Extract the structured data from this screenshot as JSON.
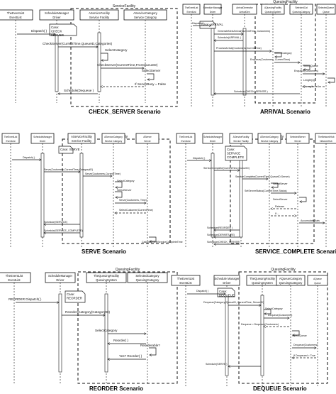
{
  "panels": [
    {
      "id": "check-server",
      "title": "CHECK_SERVER Scenario",
      "group_label": "ServiceFacility",
      "participants": [
        "TheEventList : EventList",
        "ScheduleManager : Driver",
        "AServiceFacility : Service Facility",
        "AServiceCategory : Service Category"
      ],
      "messages": [
        "Dispatch( )",
        "CheckServer(CurrentTime,QueueID,Categories)",
        "SelectCategory",
        "CheckServer(CurrentTime,FromQueueID)",
        "SelectServer",
        "If ServerBusy = False",
        "Schedule(Dequeue )"
      ],
      "notes": [
        "Case: CHECK SERVER"
      ]
    },
    {
      "id": "arrival",
      "title": "ARRIVAL Scenario",
      "group_label": "QueuingFacility",
      "participants": [
        "TheEventList : EventList",
        "Schedule Manager : Driver",
        "ArrivalGenerator : ArrivalGen",
        "AQueuingFacility : QueuingSystem",
        "SelectedCat : QueuingCategory",
        "SelectedQueue : Queue"
      ],
      "messages": [
        "Dispatch( )",
        "GenerateNextArrival(CurrentTime, Customers)",
        "Schedule(ARRIVAL )",
        "ProcessArrival(Customers,CurrentTime)",
        "SelectCategory",
        "Enqueue(Customers, CurrentTime)",
        "SelectQueue",
        "Enqueue(Customers)",
        "Length(Q)",
        "If Length >= 1",
        "Schedule(CHECK_SERVER )"
      ],
      "notes": [
        "Case: ARRIVAL"
      ]
    },
    {
      "id": "serve",
      "title": "SERVE Scenario",
      "group_label": "ServiceFacility",
      "participants": [
        "TheEventList : EventList",
        "ScheduleManager : Driver",
        "AServiceFacility : Service Facility",
        "AServiceCategory : Service Category",
        "AServer : Server"
      ],
      "messages": [
        "Dispatch( )",
        "Serve(Customers,CurrentTime,CategoryID)",
        "Serve(Customers,CurrentTime)",
        "SelectCategory",
        "SelectServer",
        "Serve(Customers, Time)",
        "SelectCustomer(CurrentTime)",
        "Schedule(SERVICE)",
        "Schedule(SERVICE_COMPLETE)",
        "CalculateNextServiceCompleteTime"
      ],
      "notes": [
        "Case: SERVE"
      ]
    },
    {
      "id": "service-complete",
      "title": "SERVICE_COMPLETE Scenario",
      "group_label": "ServiceFacility",
      "participants": [
        "TheEventList : EventList",
        "ScheduleManager : Driver",
        "AServiceFacility : Service Facility",
        "AServiceCategory : Service Category",
        "SelectedServer : Server",
        "TheNetworkHub : NetworkHub"
      ],
      "messages": [
        "Dispatch( )",
        "ServiceComplete(CurrentTime,QueueID)",
        "ServiceComplete(CurrentTime,QueueID,Server)",
        "SelectServer",
        "SetServerStatus(CurrentTime,Status)",
        "SelectServer",
        "Release",
        "If ...",
        "AccumulateStats",
        "Schedule(REORDER )",
        "Schedule(DEPARTURE)",
        "Schedule(CHECK_SERVER)"
      ],
      "notes": [
        "Case: SERVICE COMPLETE"
      ]
    },
    {
      "id": "reorder",
      "title": "REORDER Scenario",
      "group_label": "QueuingFacility",
      "participants": [
        "TheEventList : EventList",
        "ScheduleManager : Driver",
        "TheQueuingFacility : QueuingSystem",
        "SelectedCategory : QueuingCategory"
      ],
      "messages": [
        "REORDER Dispatch( )",
        "Reorder(Category(CategoryID)",
        "SelectCategory",
        "Reorder( )",
        "Reorderable?",
        "Yes? Reorder( )"
      ],
      "notes": [
        "Case: REORDER"
      ]
    },
    {
      "id": "dequeue",
      "title": "DEQUEUE Scenario",
      "group_label": "QueuingFacility",
      "participants": [
        "TheEventList : EventList",
        "Schedule Manager : Driver",
        "TheQueuingFacility : QueuingSystem",
        "AQueueCategory : QueuingCategory",
        "AQueue : Queue"
      ],
      "messages": [
        "Dispatch( )",
        "Dequeue(Category(QueueID, CurrentTime, ServerID)",
        "SelectCategory",
        "Dequeue(Customers)",
        "Dequeue = Dequeue(Customers)",
        "SelectQueue",
        "Dequeue(Customers)",
        "If Dequeued = True",
        "Schedule(SERVE )"
      ],
      "notes": [
        "Case: DEQUEUE"
      ]
    }
  ]
}
